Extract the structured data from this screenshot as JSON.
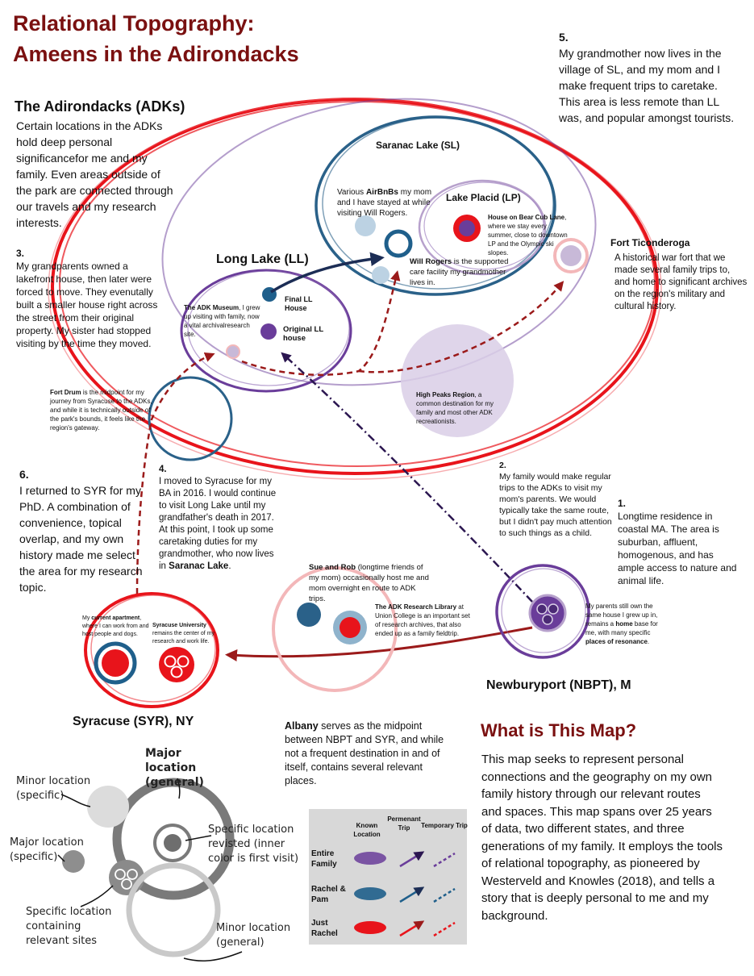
{
  "title": {
    "line1": "Relational Topography:",
    "line2": "Ameens in the Adirondacks"
  },
  "adk": {
    "heading": "The Adirondacks (ADKs)",
    "text": "Certain locations in the ADKs hold deep personal significancefor me and my family. Even areas outside of the park are connected through our travels and my research interests."
  },
  "note3": {
    "num": "3.",
    "text": "My grandparents owned a lakefront house, then later were forced to move. They evenutally built a smaller house right across the street from their original property. My sister had stopped visiting by the time they moved."
  },
  "note5": {
    "num": "5.",
    "text": "My grandmother now lives in the village of SL, and my mom and I make frequent trips to caretake. This area is less remote than LL was, and popular amongst tourists."
  },
  "places": {
    "saranac": "Saranac Lake (SL)",
    "lake_placid": "Lake Placid (LP)",
    "long_lake": "Long Lake (LL)",
    "fort_ticonderoga": "Fort Ticonderoga",
    "syracuse": "Syracuse (SYR), NY",
    "newburyport": "Newburyport (NBPT), M"
  },
  "airbnb": {
    "pre": "Various ",
    "bold": "AirBnBs",
    "post": " my mom and I have stayed at while visiting Will Rogers."
  },
  "bear_cub": {
    "bold": "House on Bear Cub Lane",
    "post": ", where we stay every summer, close to downtown LP and the Olympic ski slopes."
  },
  "will_rogers": {
    "bold": "Will Rogers",
    "post": " is the supported care facility my grandmother lives in."
  },
  "ticonderoga_text": "A historical war fort that we made several family trips to, and home to significant archives on the region's military and cultural history.",
  "adk_museum": {
    "bold": "The ADK Museum",
    "post": ", I grew up visiting with family, now a vital archivalresearch site."
  },
  "final_ll": "Final LL House",
  "original_ll": "Original LL house",
  "high_peaks": {
    "bold": "High Peaks Region",
    "post": ", a common destination for my family and most other ADK recreationists."
  },
  "fort_drum": {
    "bold": "Fort Drum",
    "post": " is the midpoint for my journey from Syracuse to the ADKs, and while it is technically outside of the park's bounds, it feels like the region's gateway."
  },
  "note6": {
    "num": "6.",
    "text": "I returned to SYR for my PhD. A combination of convenience, topical overlap, and my own history made me select the area for my research topic."
  },
  "note4": {
    "num": "4.",
    "pre": "I moved to Syracuse for my BA in 2016. I would continue to visit Long Lake until my grandfather's death in 2017. At this point, I took up some caretaking duties for my grandmother, who now lives in ",
    "bold": "Saranac Lake",
    "post": "."
  },
  "note2": {
    "num": "2.",
    "text": "My family would make regular trips to the ADKs to visit my mom's parents. We would typically take the same route, but I didn't pay much attention to such things as a child."
  },
  "note1": {
    "num": "1.",
    "text": "Longtime residence in coastal MA. The area is suburban, affluent, homogenous, and has ample access to nature and animal life."
  },
  "sue_rob": {
    "bold": "Sue and Rob",
    "post": " (longtime friends of my mom) occasionally host me and mom overnight en route to ADK trips."
  },
  "adk_library": {
    "bold": "The ADK Research Library",
    "post": " at Union College is an important set of research archives, that also ended up as a family fieldtrip."
  },
  "nbpt_note": {
    "pre": "My parents still own the same house I grew up in, remains a ",
    "bold1": "home",
    "mid": " base for me, with many specific ",
    "bold2": "places of resonance",
    "post": "."
  },
  "syr_apartment": {
    "pre": "My ",
    "bold": "current apartment",
    "post": ", where I can work from and host people and dogs."
  },
  "syr_university": {
    "bold": "Syracuse University",
    "post": " remains the center of my research and work life."
  },
  "albany": {
    "bold": "Albany",
    "post": " serves as the midpoint between NBPT and SYR, and while not a frequent destination in and of itself, contains several relevant places."
  },
  "what": {
    "heading": "What is This Map?",
    "text": "This map seeks to represent personal connections and the geography on my own family history through our relevant routes and spaces. This map spans over 25 years of data, two different states, and three generations of my family. It employs the tools of relational topography, as pioneered by Westerveld and Knowles (2018), and tells a story that is deeply personal to me and my background."
  },
  "key": {
    "major_general": "Major location (general)",
    "minor_specific": "Minor location (specific)",
    "major_specific": "Major location (specific)",
    "revisited": "Specific location revisted (inner color is first visit)",
    "containing": "Specific location containing relevant sites",
    "minor_general": "Minor location (general)"
  },
  "legend": {
    "col_known": "Known Location",
    "col_permanent": "Permenant Trip",
    "col_temporary": "Temporary Trip",
    "rows": [
      "Entire Family",
      "Rachel & Pam",
      "Just Rachel"
    ],
    "colors": [
      "#6a3d9a",
      "#1f5f8b",
      "#e8141b"
    ]
  },
  "colors": {
    "red": "#e8141b",
    "purple": "#6a3d9a",
    "blue": "#2a6189",
    "lavender": "#c8b9d8",
    "darkred": "#9b1a1a",
    "navy": "#1c2d55",
    "title": "#7a1010"
  }
}
